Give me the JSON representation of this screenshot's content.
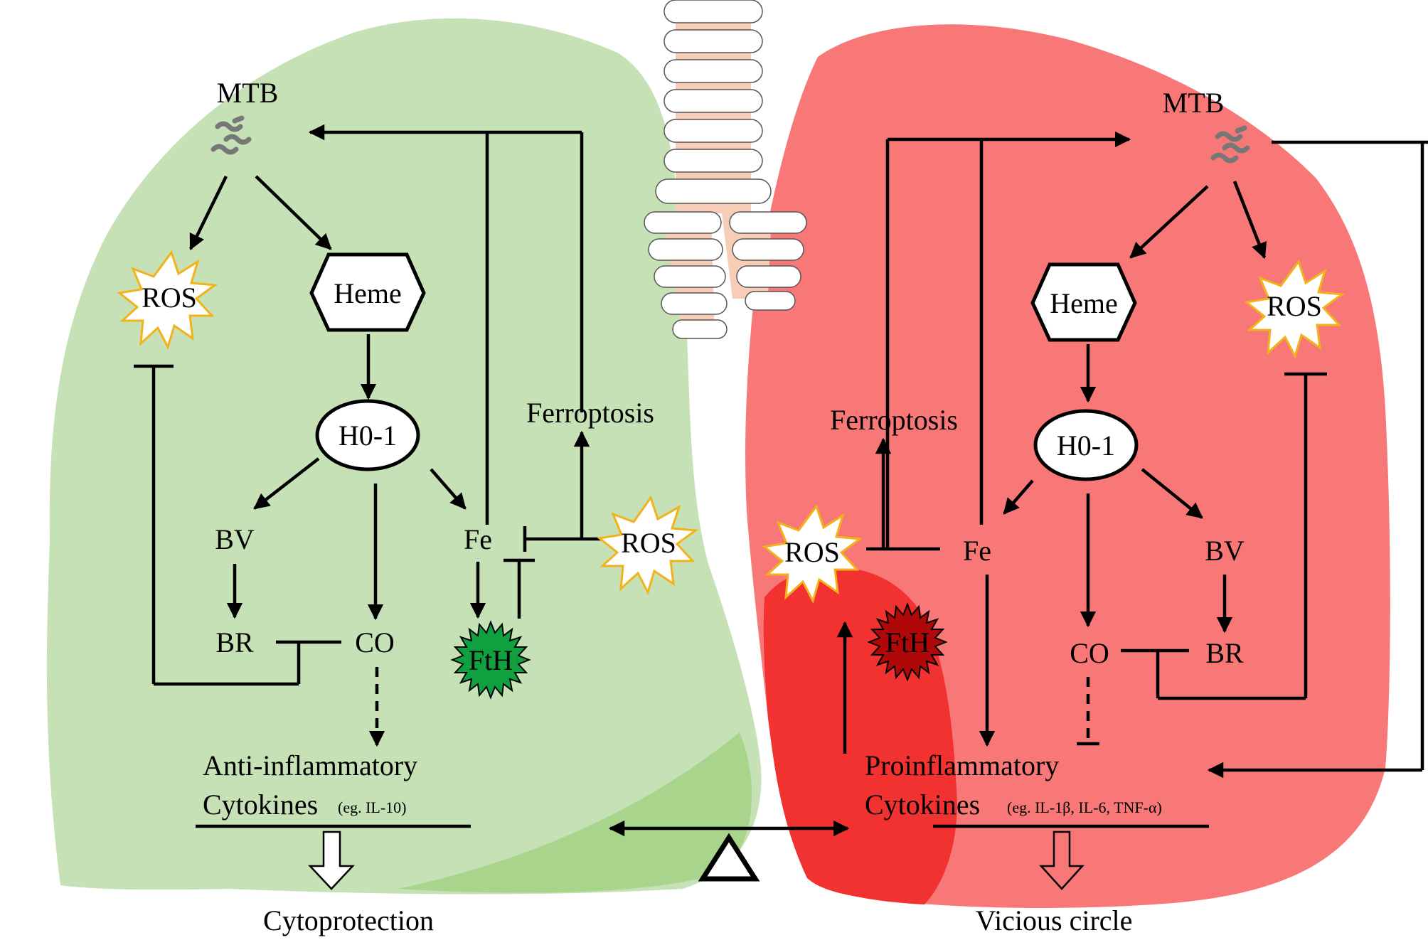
{
  "labels": {
    "mtb": "MTB",
    "ros": "ROS",
    "heme": "Heme",
    "ho1": "H0-1",
    "bv": "BV",
    "br": "BR",
    "co": "CO",
    "fe": "Fe",
    "fth": "FtH",
    "ferroptosis": "Ferroptosis"
  },
  "left_panel": {
    "cytokines_line1": "Anti-inflammatory",
    "cytokines_line2": "Cytokines",
    "cytokines_example": "(eg. IL-10)",
    "outcome": "Cytoprotection"
  },
  "right_panel": {
    "cytokines_line1": "Proinflammatory",
    "cytokines_line2": "Cytokines",
    "cytokines_example": "(eg. IL-1β, IL-6, TNF-α)",
    "outcome": "Vicious circle"
  },
  "colors": {
    "left_lung": "#c5e1b5",
    "left_lung_shadow": "#a8d48c",
    "right_lung": "#f87878",
    "right_lung_dark": "#f23131",
    "fth_left": "#10a040",
    "fth_right": "#b00808",
    "ros_fill": "#ffffff",
    "ros_stroke": "#f2b21a",
    "trachea_fill": "#ffffff",
    "trachea_gap": "#f8cdb8"
  }
}
